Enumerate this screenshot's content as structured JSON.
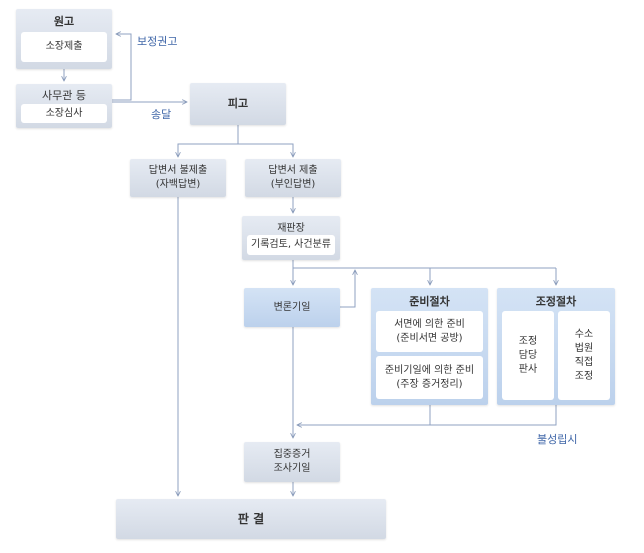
{
  "plaintiff": {
    "title": "원고",
    "step": "소장제출"
  },
  "court_clerk": {
    "title": "사무관 등",
    "step": "소장심사"
  },
  "defendant": {
    "title": "피고"
  },
  "answer_not_submitted": {
    "text": "답변서 불제출\n(자백답변)"
  },
  "answer_submitted": {
    "text": "답변서 제출\n(부인답변)"
  },
  "presiding_judge": {
    "title": "재판장",
    "step": "기록검토, 사건분류"
  },
  "pleading_date": {
    "text": "변론기일"
  },
  "preparatory": {
    "title": "준비절차",
    "item1": "서면에 의한 준비\n(준비서면 공방)",
    "item2": "준비기일에 의한 준비\n(주장 증거정리)"
  },
  "mediation": {
    "title": "조정절차",
    "left": "조정\n담당\n판사",
    "right": "수소\n법원\n직접\n조정"
  },
  "concentrated_exam": {
    "text": "집중증거\n조사기일"
  },
  "judgment": {
    "text": "판 결"
  },
  "labels": {
    "correction": "보정권고",
    "service": "송달",
    "failure": "불성립시"
  }
}
